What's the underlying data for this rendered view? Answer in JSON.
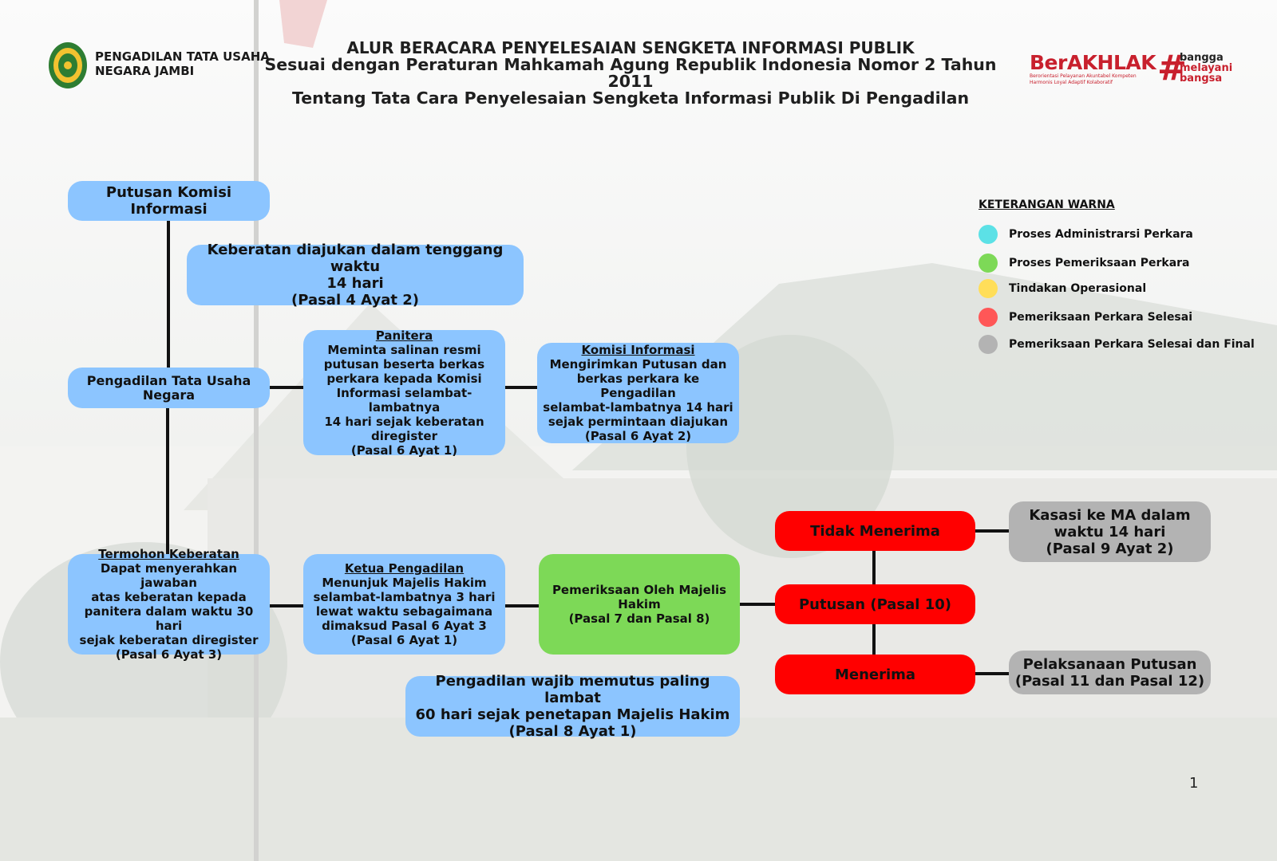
{
  "header": {
    "org_line1": "PENGADILAN TATA USAHA",
    "org_line2": "NEGARA JAMBI",
    "title_line1": "ALUR BERACARA PENYELESAIAN SENGKETA INFORMASI PUBLIK",
    "title_line2": "Sesuai dengan Peraturan Mahkamah Agung Republik Indonesia Nomor 2 Tahun 2011",
    "title_line3": "Tentang Tata Cara Penyelesaian Sengketa Informasi Publik Di Pengadilan",
    "brand_name": "BerAKHLAK",
    "brand_tagline": "Berorientasi Pelayanan Akuntabel Kompeten Harmonis Loyal Adaptif Kolaboratif",
    "hashtag": "#",
    "bmb_line1": "bangga",
    "bmb_line2": "melayani",
    "bmb_line3": "bangsa"
  },
  "nodes": {
    "putusan_komisi": {
      "line1": "Putusan Komisi Informasi"
    },
    "keberatan": {
      "line1": "Keberatan diajukan dalam tenggang waktu",
      "line2": "14 hari",
      "line3": "(Pasal 4 Ayat 2)"
    },
    "ptun": {
      "line1": "Pengadilan Tata Usaha",
      "line2": "Negara"
    },
    "panitera": {
      "heading": "Panitera",
      "lines": [
        "Meminta salinan resmi",
        "putusan beserta berkas",
        "perkara kepada Komisi",
        "Informasi selambat-lambatnya",
        "14 hari sejak keberatan",
        "diregister",
        "(Pasal 6 Ayat 1)"
      ]
    },
    "komisi": {
      "heading": "Komisi Informasi",
      "lines": [
        "Mengirimkan Putusan dan",
        "berkas perkara ke Pengadilan",
        "selambat-lambatnya 14 hari",
        "sejak permintaan diajukan",
        "(Pasal 6 Ayat 2)"
      ]
    },
    "termohon": {
      "heading": "Termohon Keberatan",
      "lines": [
        "Dapat menyerahkan jawaban",
        "atas keberatan kepada",
        "panitera dalam waktu 30 hari",
        "sejak keberatan diregister",
        "(Pasal 6 Ayat 3)"
      ]
    },
    "ketua": {
      "heading": "Ketua Pengadilan",
      "lines": [
        "Menunjuk Majelis Hakim",
        "selambat-lambatnya 3 hari",
        "lewat waktu sebagaimana",
        "dimaksud Pasal 6 Ayat 3",
        "(Pasal 6 Ayat 1)"
      ]
    },
    "pemeriksaan": {
      "lines": [
        "Pemeriksaan Oleh Majelis",
        "Hakim",
        "(Pasal 7 dan Pasal 8)"
      ]
    },
    "wajib": {
      "line1": "Pengadilan wajib memutus paling lambat",
      "line2": "60 hari sejak penetapan Majelis Hakim",
      "line3": "(Pasal 8 Ayat 1)"
    },
    "tidak_menerima": {
      "label": "Tidak Menerima"
    },
    "putusan": {
      "label": "Putusan (Pasal 10)"
    },
    "menerima": {
      "label": "Menerima"
    },
    "kasasi": {
      "line1": "Kasasi ke MA dalam",
      "line2": "waktu 14 hari",
      "line3": "(Pasal 9 Ayat 2)"
    },
    "pelaksanaan": {
      "line1": "Pelaksanaan Putusan",
      "line2": "(Pasal 11 dan Pasal 12)"
    }
  },
  "legend": {
    "title": "KETERANGAN WARNA",
    "items": [
      {
        "label": "Proses Administrarsi Perkara",
        "color": "#5ce1e6"
      },
      {
        "label": "Proses Pemeriksaan Perkara",
        "color": "#7dd957"
      },
      {
        "label": "Tindakan Operasional",
        "color": "#ffde59"
      },
      {
        "label": "Pemeriksaan Perkara Selesai",
        "color": "#ff5757"
      },
      {
        "label": "Pemeriksaan Perkara Selesai dan Final",
        "color": "#b3b3b3"
      }
    ]
  },
  "colors": {
    "blue_box": "#8cc5ff",
    "green_box": "#7dd957",
    "red_box": "#ff0000",
    "gray_box": "#b3b3b3",
    "brand_red": "#c8202d"
  },
  "page_number": "1"
}
